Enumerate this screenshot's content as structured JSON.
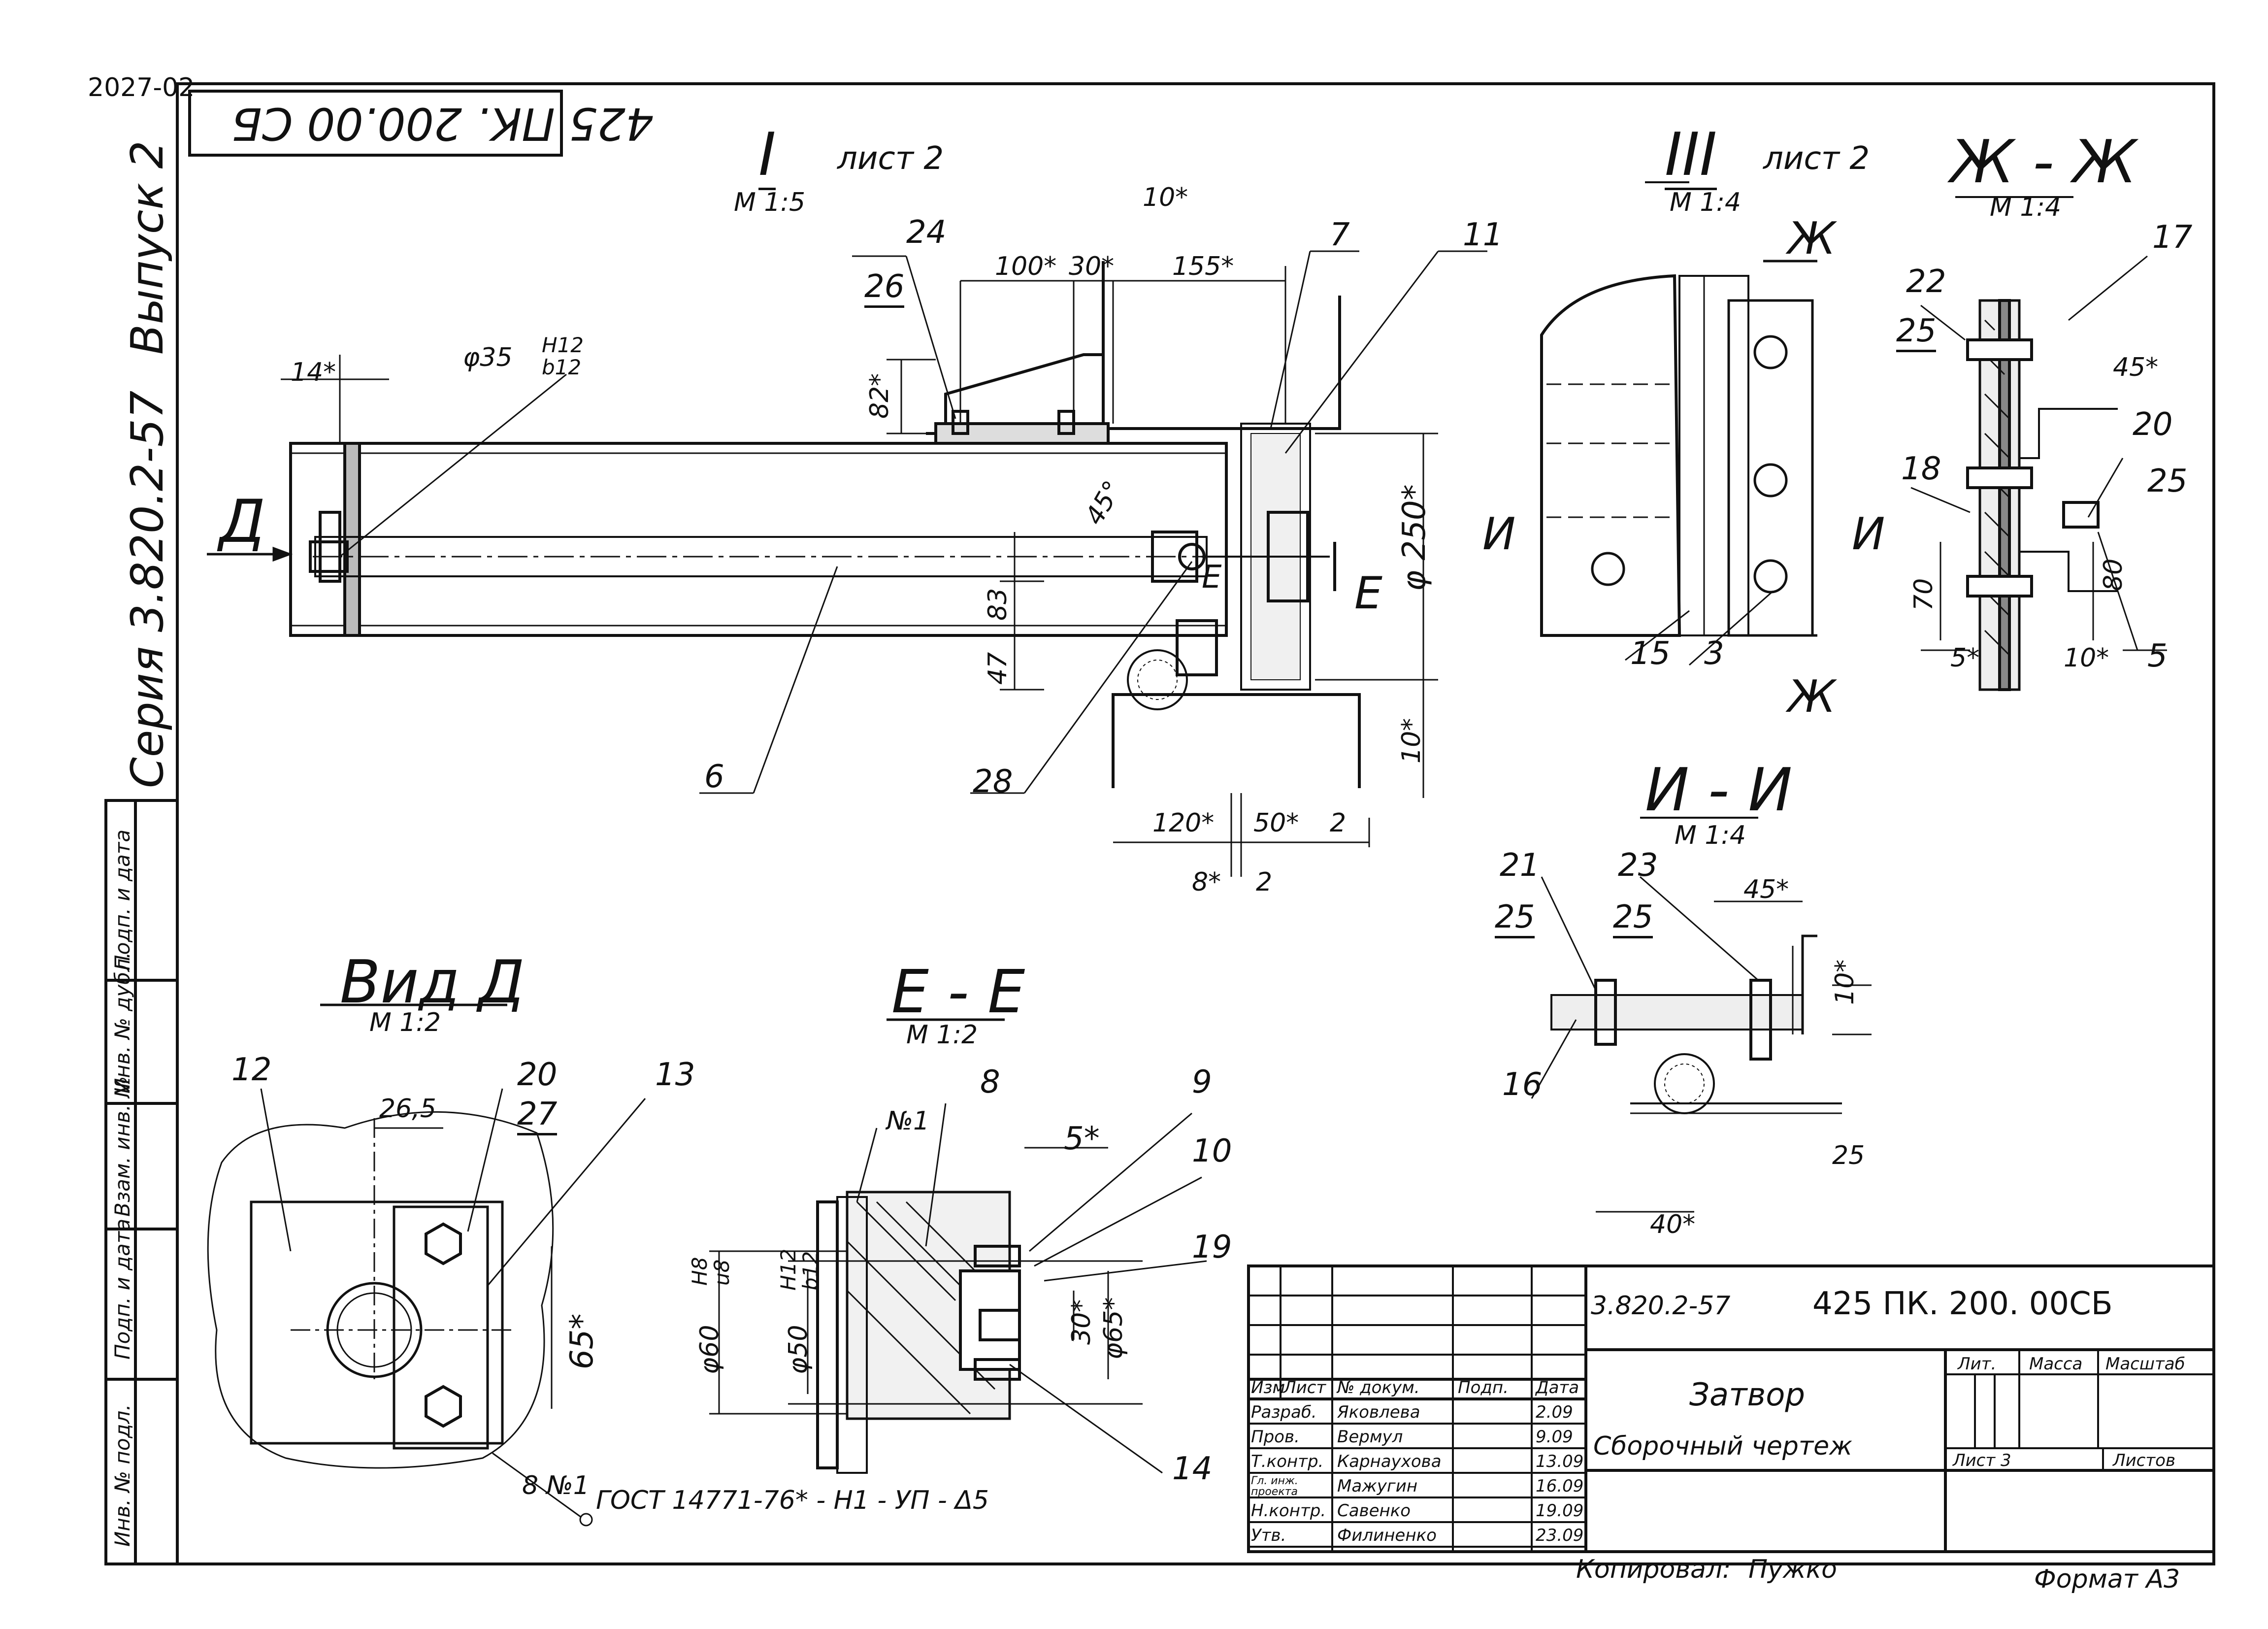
{
  "sheet_code": "2027-02",
  "stamp_inverted": "425 ПК. 200.00 СБ",
  "side_series": "Серия 3.820.2-57",
  "side_issue": "Выпуск 2",
  "left_strip": [
    "Инв. № подл.",
    "Подп. и дата",
    "Взам. инв. №",
    "Инв. № дубл.",
    "Подп. и дата"
  ],
  "views": {
    "v1": {
      "numeral": "I",
      "scale": "М 1:5",
      "ref": "лист 2"
    },
    "v3": {
      "numeral": "III",
      "scale": "М 1:4",
      "ref": "лист 2"
    },
    "zh": {
      "title": "Ж - Ж",
      "scale": "М 1:4"
    },
    "ii": {
      "title": "И - И",
      "scale": "М 1:4"
    },
    "vid": {
      "title": "Вид Д",
      "scale": "М 1:2"
    },
    "ee": {
      "title": "Е - Е",
      "scale": "М 1:2"
    }
  },
  "dims_main": {
    "d14": "14*",
    "dia35": "φ35",
    "fit_top": "H12",
    "fit_bot": "b12",
    "d100": "100*",
    "d30": "30*",
    "d10": "10*",
    "d155": "155*",
    "d82": "82*",
    "d45": "45°",
    "d83": "83",
    "d47": "47",
    "dia250": "φ 250*",
    "d10b": "10*",
    "d120": "120*",
    "d50": "50*",
    "d2a": "2",
    "d8": "8*",
    "d2b": "2"
  },
  "callouts_main": {
    "c24": "24",
    "c26": "26",
    "c7": "7",
    "c11": "11",
    "c6": "6",
    "c28": "28",
    "arrowD": "Д",
    "arrowE1": "Е",
    "arrowE2": "Е"
  },
  "v3_labels": {
    "zh_top": "Ж",
    "zh_bot": "Ж",
    "i_left": "И",
    "i_right": "И",
    "c15": "15",
    "c3": "3"
  },
  "zh_labels": {
    "c22": "22",
    "c25a": "25",
    "c17": "17",
    "d45": "45*",
    "c20": "20",
    "c25b": "25",
    "c18": "18",
    "d70": "70",
    "d80": "80",
    "d5": "5*",
    "d10": "10*",
    "c5": "5"
  },
  "ii_labels": {
    "c21": "21",
    "c25a": "25",
    "c23": "23",
    "c25b": "25",
    "d45": "45*",
    "d10": "10*",
    "c16": "16",
    "d25": "25",
    "d40": "40*"
  },
  "vid_labels": {
    "c12": "12",
    "d26": "26,5",
    "c20": "20",
    "c27": "27",
    "c13": "13",
    "d65": "65*",
    "weld": "8 №1",
    "gost": "ГОСТ 14771-76* - Н1 - УП - Δ5"
  },
  "ee_labels": {
    "c8": "8",
    "c9": "9",
    "c10": "10",
    "c19": "19",
    "c14": "14",
    "n1": "№1",
    "d5": "5*",
    "d30": "30*",
    "dia60": "φ60",
    "h8": "H8",
    "u8": "u8",
    "dia50": "φ50",
    "h12": "H12",
    "b12": "b12",
    "dia65": "φ65*"
  },
  "title_block": {
    "code_series": "3.820.2-57",
    "code_doc": "425 ПК. 200. 00СБ",
    "name": "Затвор",
    "subname": "Сборочный чертеж",
    "hdr": [
      "Изм",
      "Лист",
      "№ докум.",
      "Подп.",
      "Дата"
    ],
    "rows": [
      {
        "role": "Разраб.",
        "name": "Яковлева",
        "date": "2.09"
      },
      {
        "role": "Пров.",
        "name": "Вермул",
        "date": "9.09"
      },
      {
        "role": "Т.контр.",
        "name": "Карнаухова",
        "date": "13.09"
      },
      {
        "role": "Гл. инж. проекта",
        "name": "Мажугин",
        "date": "16.09"
      },
      {
        "role": "Н.контр.",
        "name": "Савенко",
        "date": "19.09"
      },
      {
        "role": "Утв.",
        "name": "Филиненко",
        "date": "23.09"
      }
    ],
    "lit": "Лит.",
    "massa": "Масса",
    "scale": "Масштаб",
    "sheet": "Лист 3",
    "sheets": "Листов",
    "copied": "Копировал:",
    "copier": "Пужко",
    "format": "Формат А3"
  }
}
